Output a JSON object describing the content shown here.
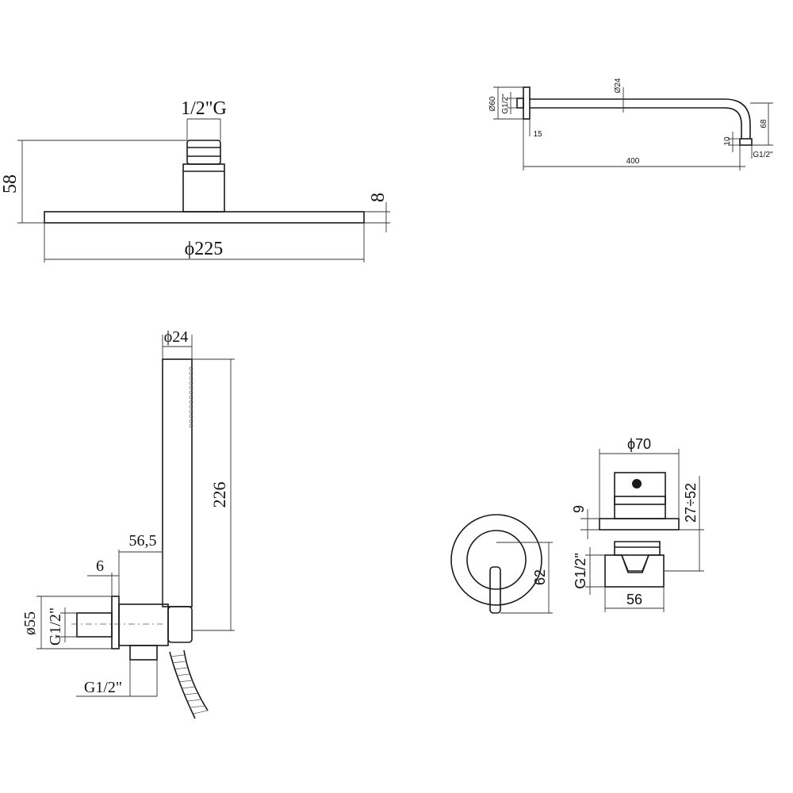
{
  "views": {
    "shower_head": {
      "thread_label": "1/2\"G",
      "height_label": "58",
      "thickness_label": "8",
      "diameter_label": "ϕ225"
    },
    "shower_arm": {
      "arm_diameter_label": "Ø24",
      "flange_diameter_label": "Ø60",
      "inlet_thread_label": "G1/2\"",
      "flange_depth_label": "15",
      "drop_label": "68",
      "outlet_height_label": "10",
      "outlet_thread_label": "G1/2\"",
      "length_label": "400"
    },
    "hand_shower": {
      "handle_diameter_label": "ϕ24",
      "handle_length_label": "226",
      "offset_label": "56,5",
      "flange_thickness_label": "6",
      "flange_diameter_label": "ø55",
      "inlet_thread_label": "G1/2\"",
      "outlet_thread_label": "G1/2\""
    },
    "mixer": {
      "plate_diameter_label": "ϕ70",
      "plate_thickness_label": "9",
      "depth_range_label": "27÷52",
      "lever_height_label": "62",
      "thread_label": "G1/2\"",
      "body_width_label": "56"
    }
  }
}
